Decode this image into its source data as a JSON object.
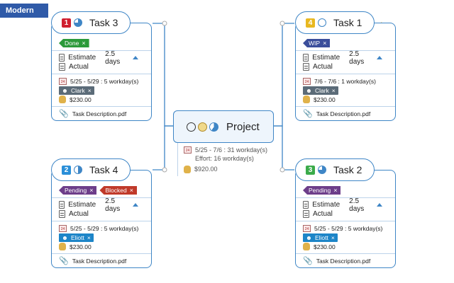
{
  "style_label": "Modern",
  "colors": {
    "accent": "#3f86c6",
    "priority_red": "#d01f2f",
    "priority_yellow": "#e8b820",
    "priority_blue": "#2a8fd8",
    "priority_green": "#3bab4a",
    "tag_done": "#2c9a3a",
    "tag_wip": "#3b4e9b",
    "tag_pending": "#6d3e8a",
    "tag_blocked": "#c03a2a",
    "person_dark": "#5b6b78",
    "person_blue": "#1d85c8"
  },
  "project": {
    "title": "Project",
    "dates": "5/25 - 7/6 : 31 workday(s)",
    "effort": "Effort: 16 workday(s)",
    "cost": "$920.00"
  },
  "tasks": [
    {
      "id": "task3",
      "priority": "1",
      "title": "Task 3",
      "tags": [
        {
          "label": "Done",
          "color": "#2c9a3a"
        }
      ],
      "estimate_label": "Estimate",
      "estimate_value": "2.5 days",
      "actual_label": "Actual",
      "dates": "5/25 - 5/29 : 5 workday(s)",
      "person": "Clark",
      "cost": "$230.00",
      "attachment": "Task Description.pdf"
    },
    {
      "id": "task1",
      "priority": "4",
      "title": "Task 1",
      "tags": [
        {
          "label": "WIP",
          "color": "#3b4e9b"
        }
      ],
      "estimate_label": "Estimate",
      "estimate_value": "2.5 days",
      "actual_label": "Actual",
      "dates": "7/6 - 7/6 : 1 workday(s)",
      "person": "Clark",
      "cost": "$230.00",
      "attachment": "Task Description.pdf"
    },
    {
      "id": "task4",
      "priority": "2",
      "title": "Task 4",
      "tags": [
        {
          "label": "Pending",
          "color": "#6d3e8a"
        },
        {
          "label": "Blocked",
          "color": "#c03a2a"
        }
      ],
      "estimate_label": "Estimate",
      "estimate_value": "2.5 days",
      "actual_label": "Actual",
      "dates": "5/25 - 5/29 : 5 workday(s)",
      "person": "Eliott",
      "cost": "$230.00",
      "attachment": "Task Description.pdf"
    },
    {
      "id": "task2",
      "priority": "3",
      "title": "Task 2",
      "tags": [
        {
          "label": "Pending",
          "color": "#6d3e8a"
        }
      ],
      "estimate_label": "Estimate",
      "estimate_value": "2.5 days",
      "actual_label": "Actual",
      "dates": "5/25 - 5/29 : 5 workday(s)",
      "person": "Eliott",
      "cost": "$230.00",
      "attachment": "Task Description.pdf"
    }
  ]
}
